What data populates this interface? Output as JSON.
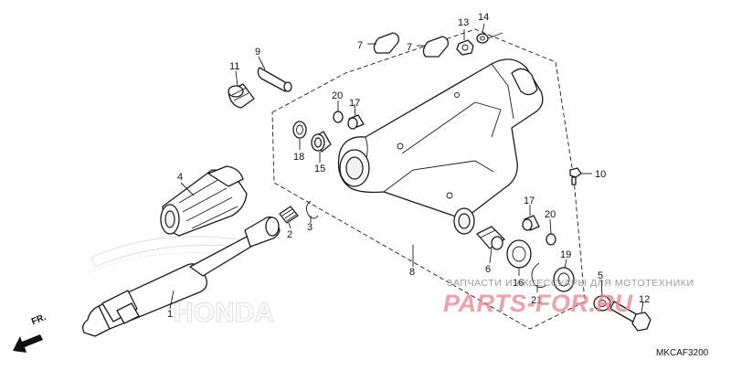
{
  "diagram": {
    "callouts": [
      {
        "id": "c1",
        "text": "1"
      },
      {
        "id": "c2",
        "text": "2"
      },
      {
        "id": "c3",
        "text": "3"
      },
      {
        "id": "c4",
        "text": "4"
      },
      {
        "id": "c5",
        "text": "5"
      },
      {
        "id": "c6",
        "text": "6"
      },
      {
        "id": "c7a",
        "text": "7"
      },
      {
        "id": "c7b",
        "text": "7"
      },
      {
        "id": "c8",
        "text": "8"
      },
      {
        "id": "c9",
        "text": "9"
      },
      {
        "id": "c10",
        "text": "10"
      },
      {
        "id": "c11",
        "text": "11"
      },
      {
        "id": "c12",
        "text": "12"
      },
      {
        "id": "c13",
        "text": "13"
      },
      {
        "id": "c14",
        "text": "14"
      },
      {
        "id": "c15",
        "text": "15"
      },
      {
        "id": "c16",
        "text": "16"
      },
      {
        "id": "c17a",
        "text": "17"
      },
      {
        "id": "c17b",
        "text": "17"
      },
      {
        "id": "c18",
        "text": "18"
      },
      {
        "id": "c19",
        "text": "19"
      },
      {
        "id": "c20a",
        "text": "20"
      },
      {
        "id": "c20b",
        "text": "20"
      },
      {
        "id": "c21",
        "text": "21"
      }
    ],
    "front_marker": "FR.",
    "diagram_code": "MKCAF3200",
    "watermark": {
      "tagline": "ЗАПЧАСТИ И АКСЕССУАРЫ ДЛЯ МОТОТЕХНИКИ",
      "brand": "PARTS-FOR.RU",
      "brand_color": "#e9828c"
    },
    "background_logo": "HONDA"
  }
}
